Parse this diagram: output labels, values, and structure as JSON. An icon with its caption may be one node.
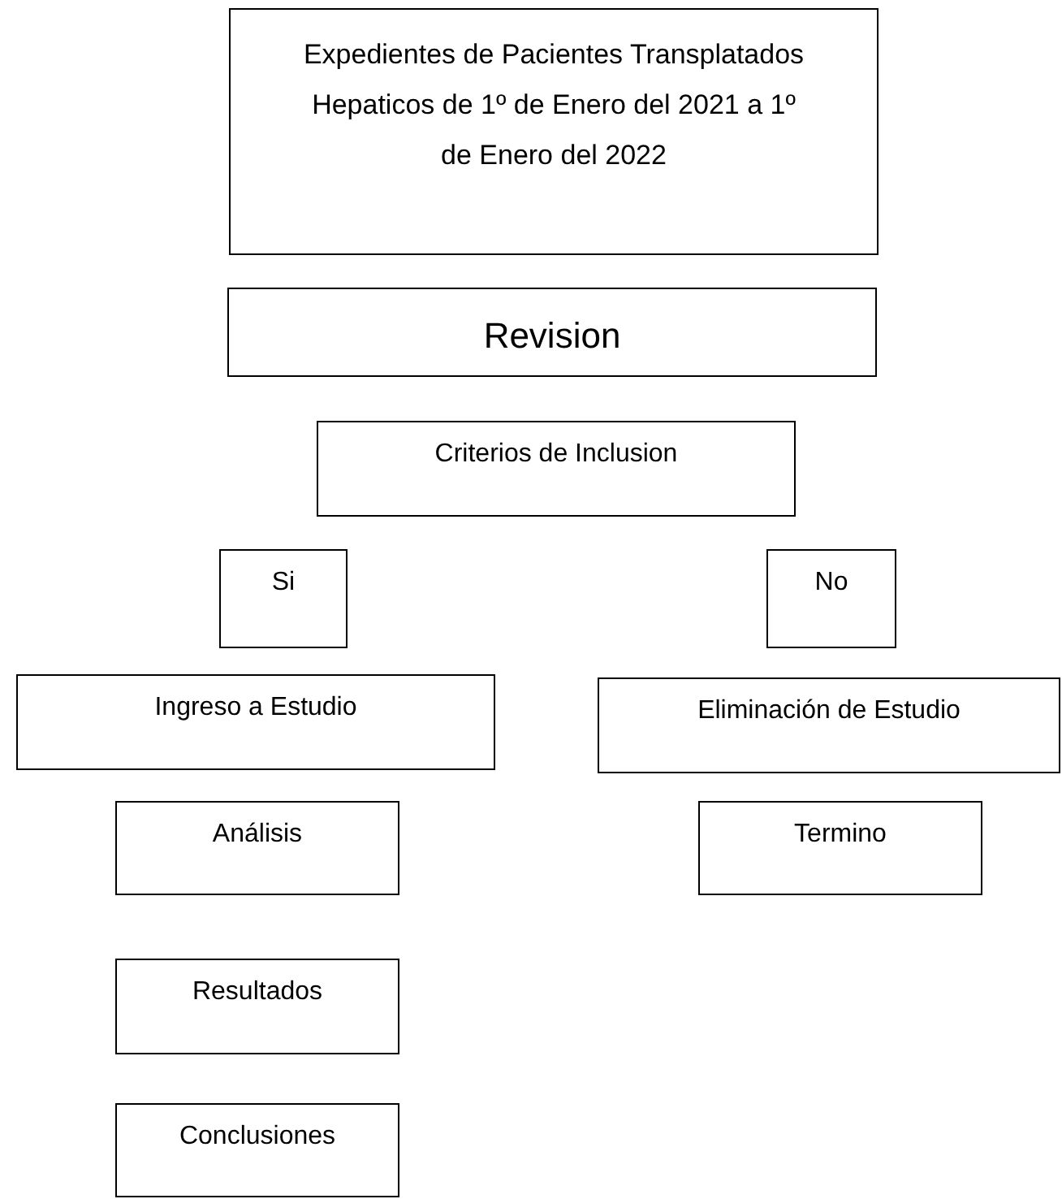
{
  "diagram": {
    "nodes": [
      {
        "text": [
          "Expedientes de Pacientes Transplatados Hepaticos de 1º de Enero del 2021 a 1º de Enero del 2022"
        ]
      },
      {
        "text": [
          "Revision"
        ]
      },
      {
        "text": [
          "Criterios de Inclusion"
        ]
      },
      {
        "text": [
          "Si"
        ]
      },
      {
        "text": [
          "No"
        ]
      },
      {
        "text": [
          "Ingreso a Estudio"
        ]
      },
      {
        "text": [
          "Eliminación de Estudio"
        ]
      },
      {
        "text": [
          "Análisis"
        ]
      },
      {
        "text": [
          "Termino"
        ]
      },
      {
        "text": [
          "Resultados"
        ]
      },
      {
        "text": [
          "Conclusiones"
        ]
      }
    ]
  }
}
